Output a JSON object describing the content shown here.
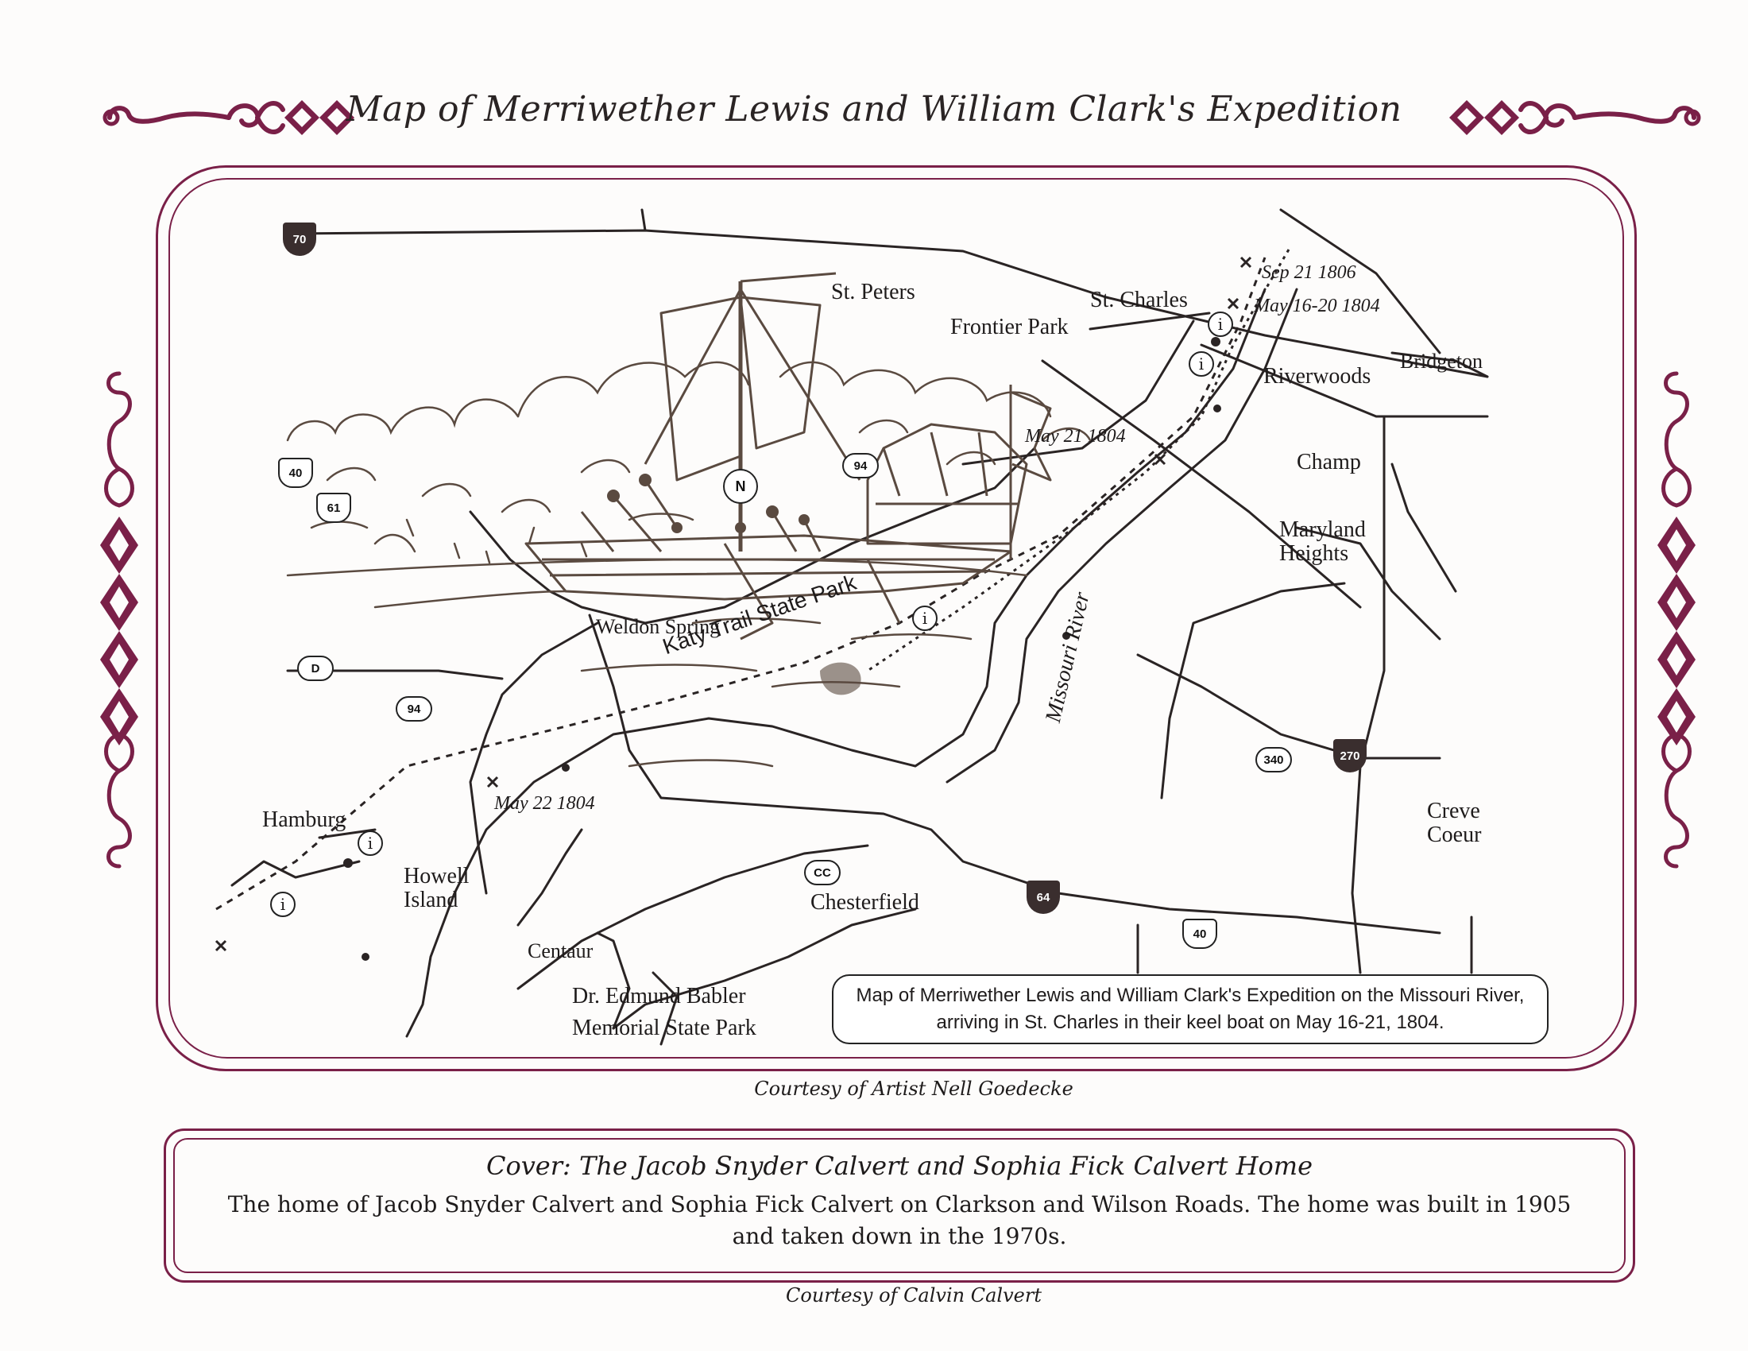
{
  "title": "Map of Merriwether Lewis and William Clark's Expedition",
  "map": {
    "places": {
      "st_peters": "St. Peters",
      "st_charles": "St. Charles",
      "frontier_park": "Frontier Park",
      "riverwoods": "Riverwoods",
      "bridgeton": "Bridgeton",
      "champ": "Champ",
      "maryland_heights": "Maryland Heights",
      "weldon_spring": "Weldon Spring",
      "hamburg": "Hamburg",
      "howell_island": "Howell Island",
      "chesterfield": "Chesterfield",
      "creve_coeur": "Creve Coeur",
      "centaur": "Centaur",
      "babler_park": "Dr. Edmund Babler Memorial State Park"
    },
    "dates": {
      "sep_1806": "Sep 21 1806",
      "may_16_20": "May 16-20 1804",
      "may_21": "May 21 1804",
      "may_22": "May 22 1804"
    },
    "trail": "Katy Trail State Park",
    "river": "Missouri River",
    "north": "N",
    "info": "i",
    "routes": {
      "i70": "70",
      "us40_west": "40",
      "us61": "61",
      "mo94_north": "94",
      "route_d": "D",
      "mo94_south": "94",
      "i270": "270",
      "mo340": "340",
      "route_cc": "CC",
      "i64": "64",
      "us40_east": "40"
    },
    "caption": "Map of Merriwether Lewis and William Clark's Expedition on the Missouri River, arriving in St. Charles in their keel boat on May 16-21, 1804."
  },
  "map_credit": "Courtesy of Artist Nell Goedecke",
  "cover": {
    "title": "Cover:  The Jacob Snyder Calvert and Sophia Fick Calvert Home",
    "text": "The home of Jacob Snyder Calvert and Sophia Fick Calvert on Clarkson and Wilson Roads.  The home was built in 1905 and taken down in the 1970s."
  },
  "cover_credit": "Courtesy of Calvin Calvert",
  "colors": {
    "frame": "#7a2048",
    "ink": "#1e1b1b",
    "sketch": "#5a4a40"
  }
}
